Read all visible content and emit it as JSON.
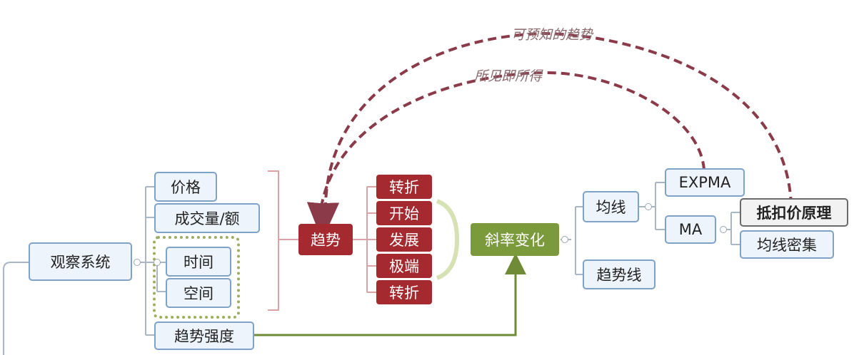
{
  "diagram": {
    "root": "观察系统",
    "observe_items": [
      "价格",
      "成交量/额",
      "时间",
      "空间",
      "趋势强度"
    ],
    "trend": "趋势",
    "stages": [
      "转折",
      "开始",
      "发展",
      "极端",
      "转折"
    ],
    "slope_change": "斜率变化",
    "moving_average": "均线",
    "trend_line": "趋势线",
    "expma": "EXPMA",
    "ma": "MA",
    "deduction_principle": "抵扣价原理",
    "ma_density": "均线密集",
    "arrow_labels": {
      "outer": "可预知的趋势",
      "inner": "所见即所得"
    }
  },
  "colors": {
    "node_border": "#7fa2c6",
    "node_fill": "#eef4fb",
    "trend_red": "#a52a2f",
    "slope_green": "#7b9a3c",
    "dashed_arrow": "#8b3a4a",
    "bracket_red": "#d9a2a5",
    "bracket_green": "#d6e2b4"
  }
}
